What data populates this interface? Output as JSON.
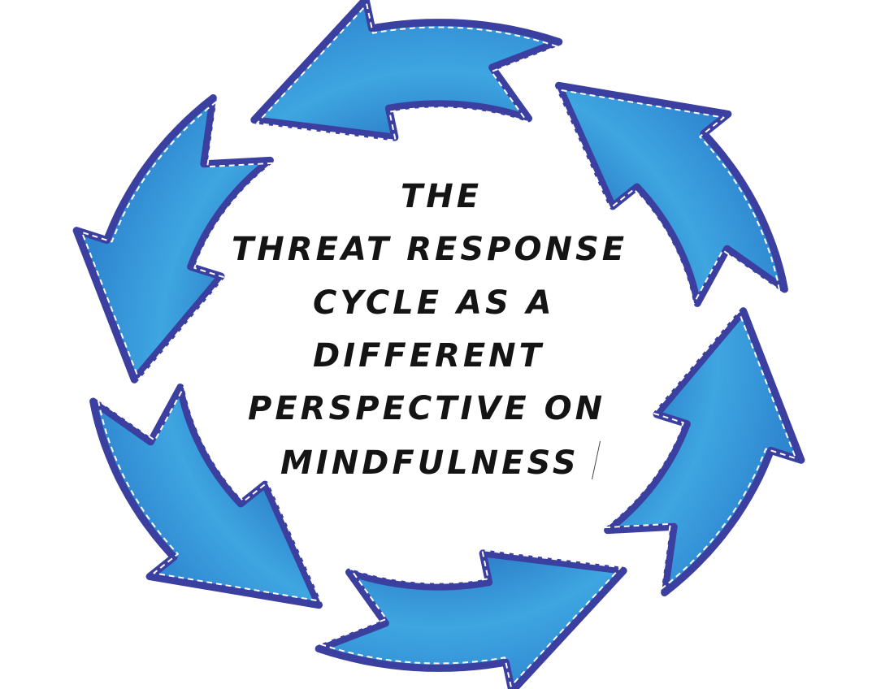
{
  "title_lines": [
    "THE",
    "THREAT RESPONSE",
    "CYCLE AS A",
    "DIFFERENT",
    "PERSPECTIVE ON",
    "MINDFULNESS"
  ],
  "colors": {
    "arrow_fill": "#3ea6e1",
    "arrow_fill_dark": "#2a78c4",
    "arrow_outline": "#3a3fa0",
    "stitch": "#ffffff",
    "text": "#141414",
    "background": "#ffffff"
  },
  "arrow_count": 6
}
